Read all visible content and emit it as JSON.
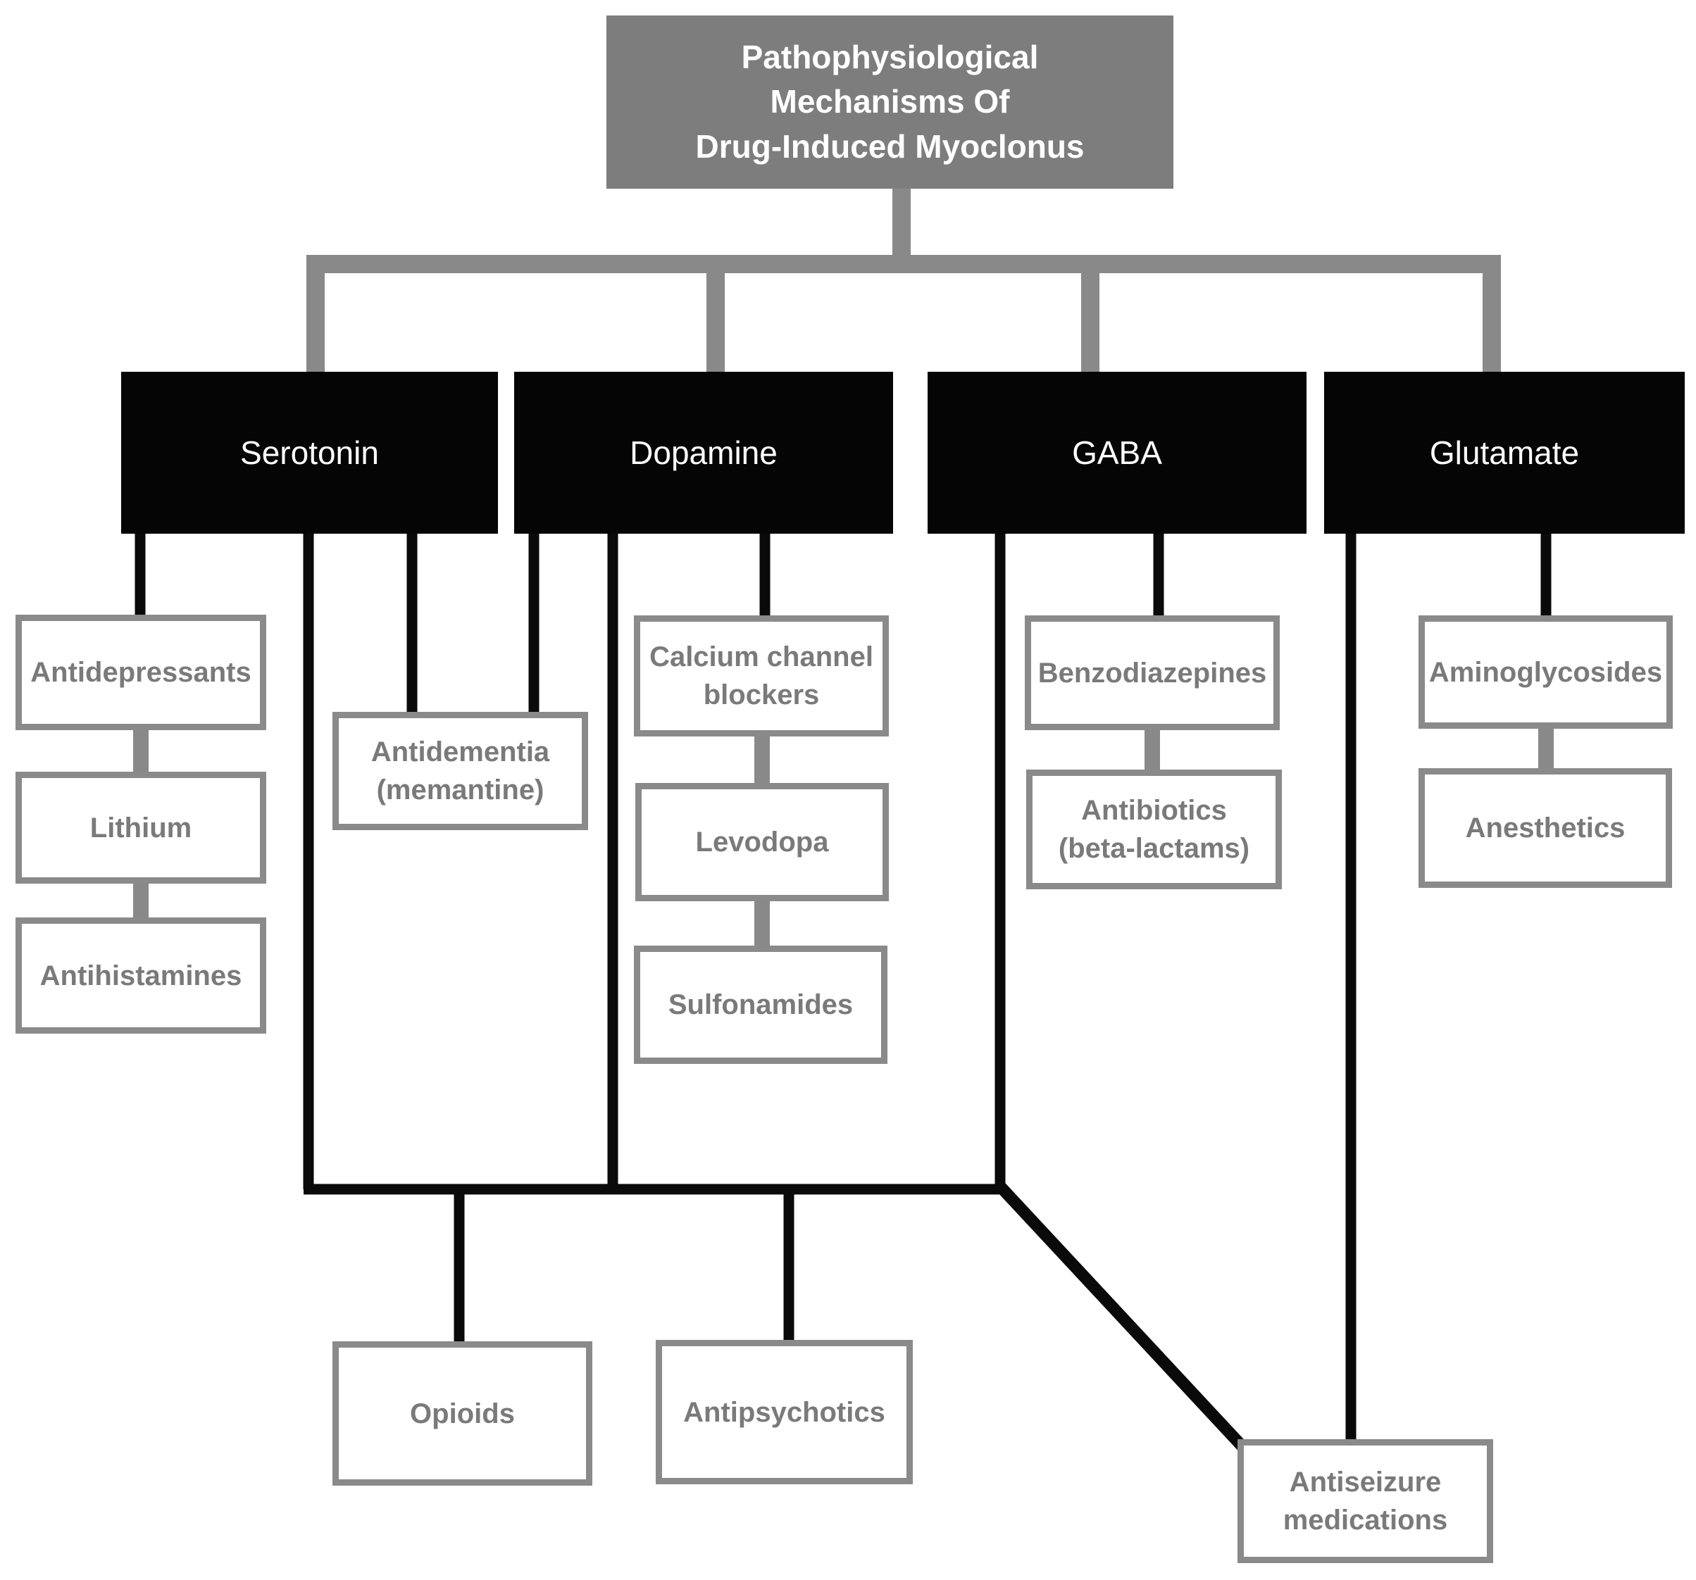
{
  "figure": {
    "background": "#ffffff",
    "description_type": "flowchart"
  },
  "colors": {
    "title_fill": "#7d7d7d",
    "title_text": "#ffffff",
    "header_fill": "#050505",
    "header_text": "#ffffff",
    "child_border": "#8a8a8a",
    "child_text": "#7a7a7a",
    "gray_connector": "#898989",
    "black_connector": "#0a0a0a"
  },
  "nodes": {
    "title": {
      "label": "Pathophysiological\nMechanisms Of\nDrug-Induced Myoclonus"
    },
    "serotonin": {
      "label": "Serotonin"
    },
    "dopamine": {
      "label": "Dopamine"
    },
    "gaba": {
      "label": "GABA"
    },
    "glutamate": {
      "label": "Glutamate"
    },
    "antidepressants": {
      "label": "Antidepressants"
    },
    "lithium": {
      "label": "Lithium"
    },
    "antihistamines": {
      "label": "Antihistamines"
    },
    "antidementia": {
      "label": "Antidementia\n(memantine)"
    },
    "calcium_channel_blockers": {
      "label": "Calcium channel\nblockers"
    },
    "levodopa": {
      "label": "Levodopa"
    },
    "sulfonamides": {
      "label": "Sulfonamides"
    },
    "benzodiazepines": {
      "label": "Benzodiazepines"
    },
    "antibiotics": {
      "label": "Antibiotics\n(beta-lactams)"
    },
    "aminoglycosides": {
      "label": "Aminoglycosides"
    },
    "anesthetics": {
      "label": "Anesthetics"
    },
    "opioids": {
      "label": "Opioids"
    },
    "antipsychotics": {
      "label": "Antipsychotics"
    },
    "antiseizure": {
      "label": "Antiseizure\nmedications"
    }
  },
  "edges": [
    {
      "from": "title",
      "to": "serotonin",
      "color": "gray"
    },
    {
      "from": "title",
      "to": "dopamine",
      "color": "gray"
    },
    {
      "from": "title",
      "to": "gaba",
      "color": "gray"
    },
    {
      "from": "title",
      "to": "glutamate",
      "color": "gray"
    },
    {
      "from": "serotonin",
      "to": "antidepressants",
      "color": "black"
    },
    {
      "from": "antidepressants",
      "to": "lithium",
      "color": "gray"
    },
    {
      "from": "lithium",
      "to": "antihistamines",
      "color": "gray"
    },
    {
      "from": "serotonin",
      "to": "antidementia",
      "color": "black"
    },
    {
      "from": "dopamine",
      "to": "antidementia",
      "color": "black"
    },
    {
      "from": "dopamine",
      "to": "calcium_channel_blockers",
      "color": "black"
    },
    {
      "from": "calcium_channel_blockers",
      "to": "levodopa",
      "color": "gray"
    },
    {
      "from": "levodopa",
      "to": "sulfonamides",
      "color": "gray"
    },
    {
      "from": "gaba",
      "to": "benzodiazepines",
      "color": "black"
    },
    {
      "from": "benzodiazepines",
      "to": "antibiotics",
      "color": "gray"
    },
    {
      "from": "glutamate",
      "to": "aminoglycosides",
      "color": "black"
    },
    {
      "from": "aminoglycosides",
      "to": "anesthetics",
      "color": "gray"
    },
    {
      "from": "serotonin",
      "to": "junction",
      "color": "black"
    },
    {
      "from": "dopamine",
      "to": "junction",
      "color": "black"
    },
    {
      "from": "gaba",
      "to": "junction",
      "color": "black"
    },
    {
      "from": "junction",
      "to": "opioids",
      "color": "black"
    },
    {
      "from": "junction",
      "to": "antipsychotics",
      "color": "black"
    },
    {
      "from": "junction",
      "to": "antiseizure",
      "color": "black"
    },
    {
      "from": "glutamate",
      "to": "antiseizure",
      "color": "black"
    }
  ]
}
